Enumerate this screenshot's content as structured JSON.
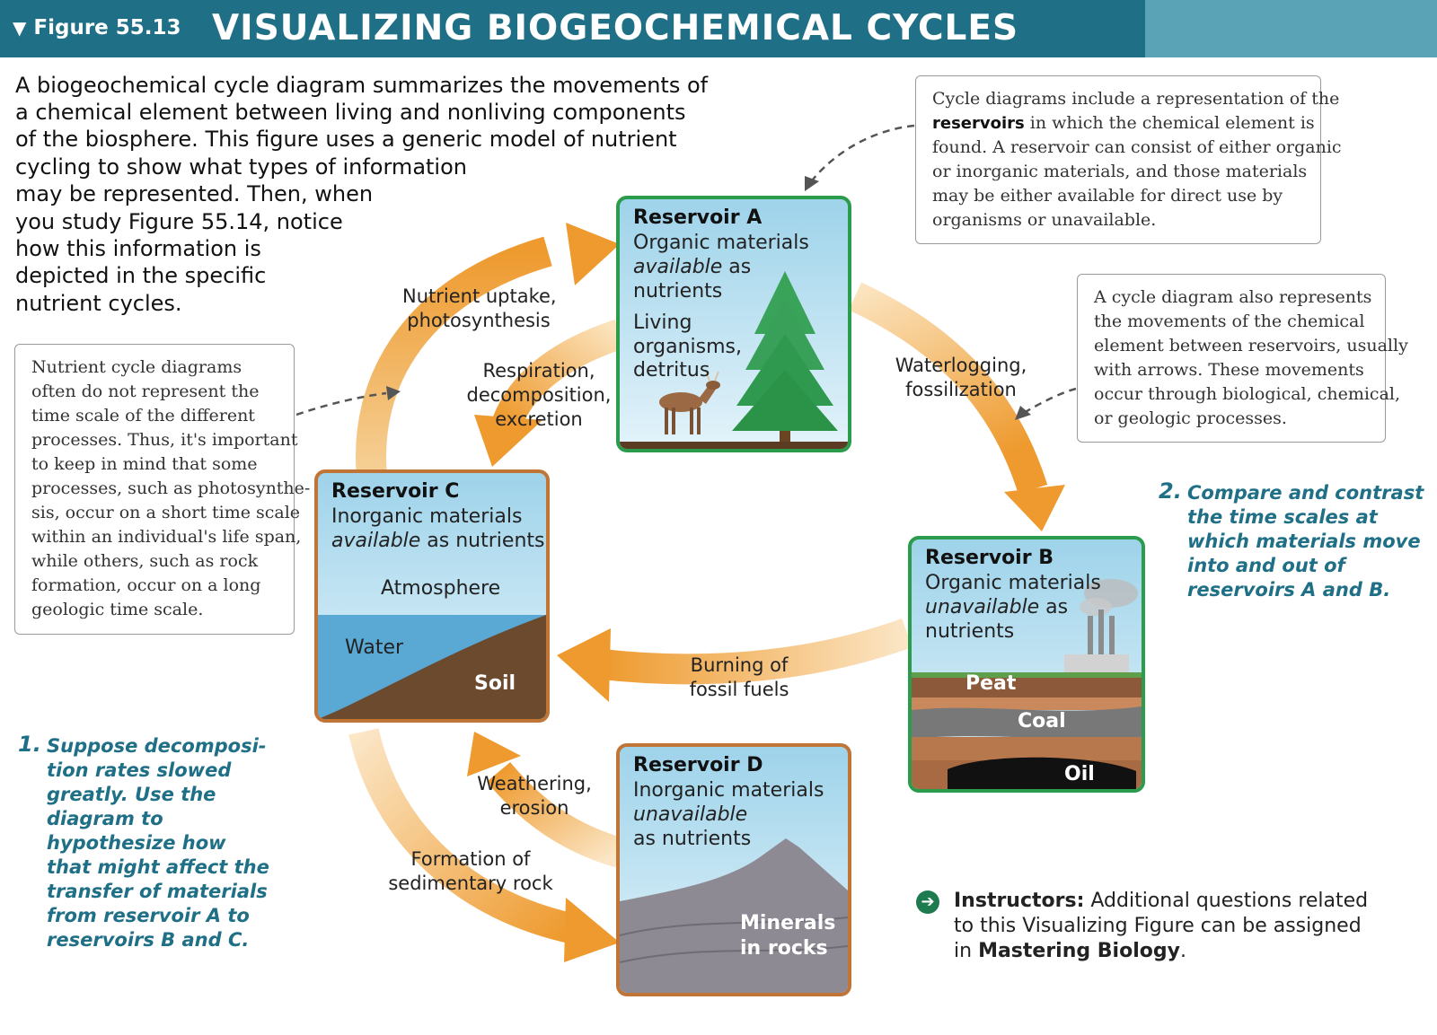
{
  "header": {
    "figure_label": "Figure 55.13",
    "title": "VISUALIZING BIOGEOCHEMICAL CYCLES"
  },
  "intro": [
    "A biogeochemical cycle diagram summarizes the movements of",
    "a chemical element between living and nonliving components",
    "of the biosphere. This figure uses a generic model of nutrient",
    "cycling to show what types of information",
    "may be represented. Then, when",
    "you study Figure 55.14, notice",
    "how this information is",
    "depicted in the specific",
    "nutrient cycles."
  ],
  "callouts": {
    "reservoirs": {
      "lines": [
        "Cycle diagrams include a representation of the",
        "in which the chemical element is",
        "found. A reservoir can consist of either organic",
        "or inorganic materials, and those materials",
        "may be either available for direct use by",
        "organisms or unavailable."
      ],
      "bold_word": "reservoirs"
    },
    "movements": {
      "lines": [
        "A cycle diagram also represents",
        "the movements of the chemical",
        "element between reservoirs, usually",
        "with arrows. These movements",
        "occur through biological, chemical,",
        "or geologic processes."
      ]
    },
    "timescale": {
      "lines": [
        "Nutrient cycle diagrams",
        "often do not represent the",
        "time scale of the different",
        "processes. Thus, it's important",
        "to keep in mind that some",
        "processes, such as photosynthe-",
        "sis, occur on a short time scale",
        "within an individual's life span,",
        "while others, such as rock",
        "formation, occur on a long",
        "geologic time scale."
      ]
    }
  },
  "reservoirs": {
    "a": {
      "title": "Reservoir A",
      "line1": "Organic materials",
      "line2_italic": "available",
      "line2_rest": " as",
      "line3": "nutrients",
      "sub1": "Living",
      "sub2": "organisms,",
      "sub3": "detritus"
    },
    "b": {
      "title": "Reservoir B",
      "line1": "Organic materials",
      "line2_italic": "unavailable",
      "line2_rest": " as",
      "line3": "nutrients",
      "peat": "Peat",
      "coal": "Coal",
      "oil": "Oil"
    },
    "c": {
      "title": "Reservoir C",
      "line1": "Inorganic materials",
      "line2_italic": "available",
      "line2_rest": " as nutrients",
      "atmosphere": "Atmosphere",
      "water": "Water",
      "soil": "Soil"
    },
    "d": {
      "title": "Reservoir D",
      "line1": "Inorganic materials",
      "line2_italic": "unavailable",
      "line3": "as nutrients",
      "minerals1": "Minerals",
      "minerals2": "in rocks"
    }
  },
  "processes": {
    "uptake": [
      "Nutrient uptake,",
      "photosynthesis"
    ],
    "respiration": [
      "Respiration,",
      "decomposition,",
      "excretion"
    ],
    "waterlogging": [
      "Waterlogging,",
      "fossilization"
    ],
    "burning": [
      "Burning of",
      "fossil fuels"
    ],
    "weathering": [
      "Weathering,",
      "erosion"
    ],
    "formation": [
      "Formation of",
      "sedimentary rock"
    ]
  },
  "questions": {
    "q1": {
      "number": "1.",
      "lines": [
        "Suppose decomposi-",
        "tion rates slowed",
        "greatly. Use the",
        "diagram to",
        "hypothesize how",
        "that might affect the",
        "transfer of materials",
        "from reservoir A to",
        "reservoirs B and C."
      ]
    },
    "q2": {
      "number": "2.",
      "lines": [
        "Compare and contrast",
        "the time scales at",
        "which materials move",
        "into and out of",
        "reservoirs A and B."
      ]
    }
  },
  "instructors": {
    "label": "Instructors:",
    "line1_rest": " Additional questions related",
    "line2": "to this Visualizing Figure can be assigned",
    "line3_pre": "in ",
    "line3_bold": "Mastering Biology",
    "line3_post": "."
  },
  "colors": {
    "header": "#1f6f86",
    "header_tail": "#5aa3b6",
    "arrow": "#f0a23a",
    "green_border": "#2b9c4b",
    "brown_border": "#c07436",
    "question": "#1f6f86"
  }
}
